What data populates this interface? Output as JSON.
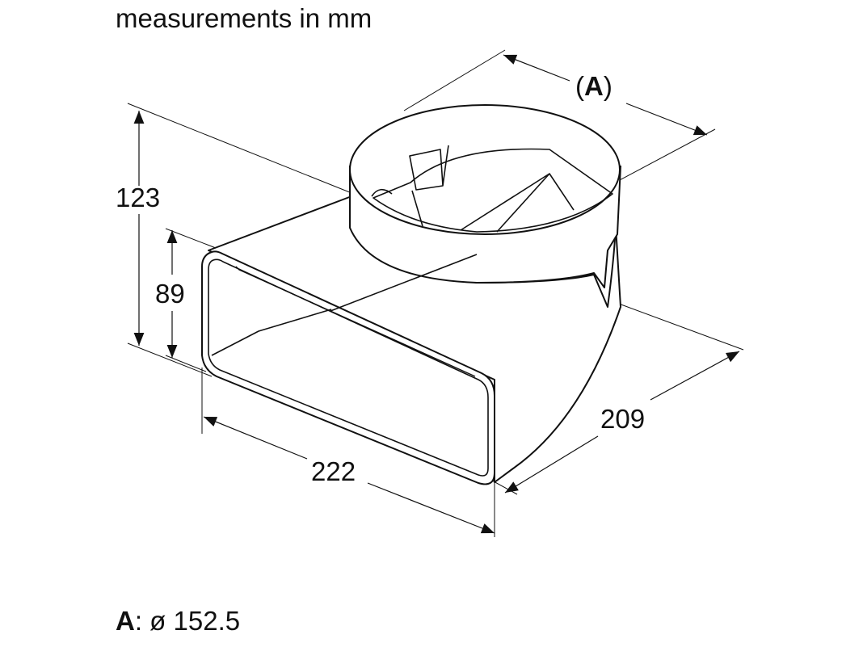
{
  "header": {
    "title": "measurements in mm"
  },
  "dimensions": {
    "height_total": "123",
    "height_inner": "89",
    "width": "222",
    "depth": "209",
    "diameter_ref_open": "(",
    "diameter_ref": "A",
    "diameter_ref_close": ")"
  },
  "footer": {
    "label": "A",
    "separator": ":",
    "value": " ø 152.5"
  },
  "colors": {
    "line": "#111111",
    "background": "#ffffff"
  }
}
